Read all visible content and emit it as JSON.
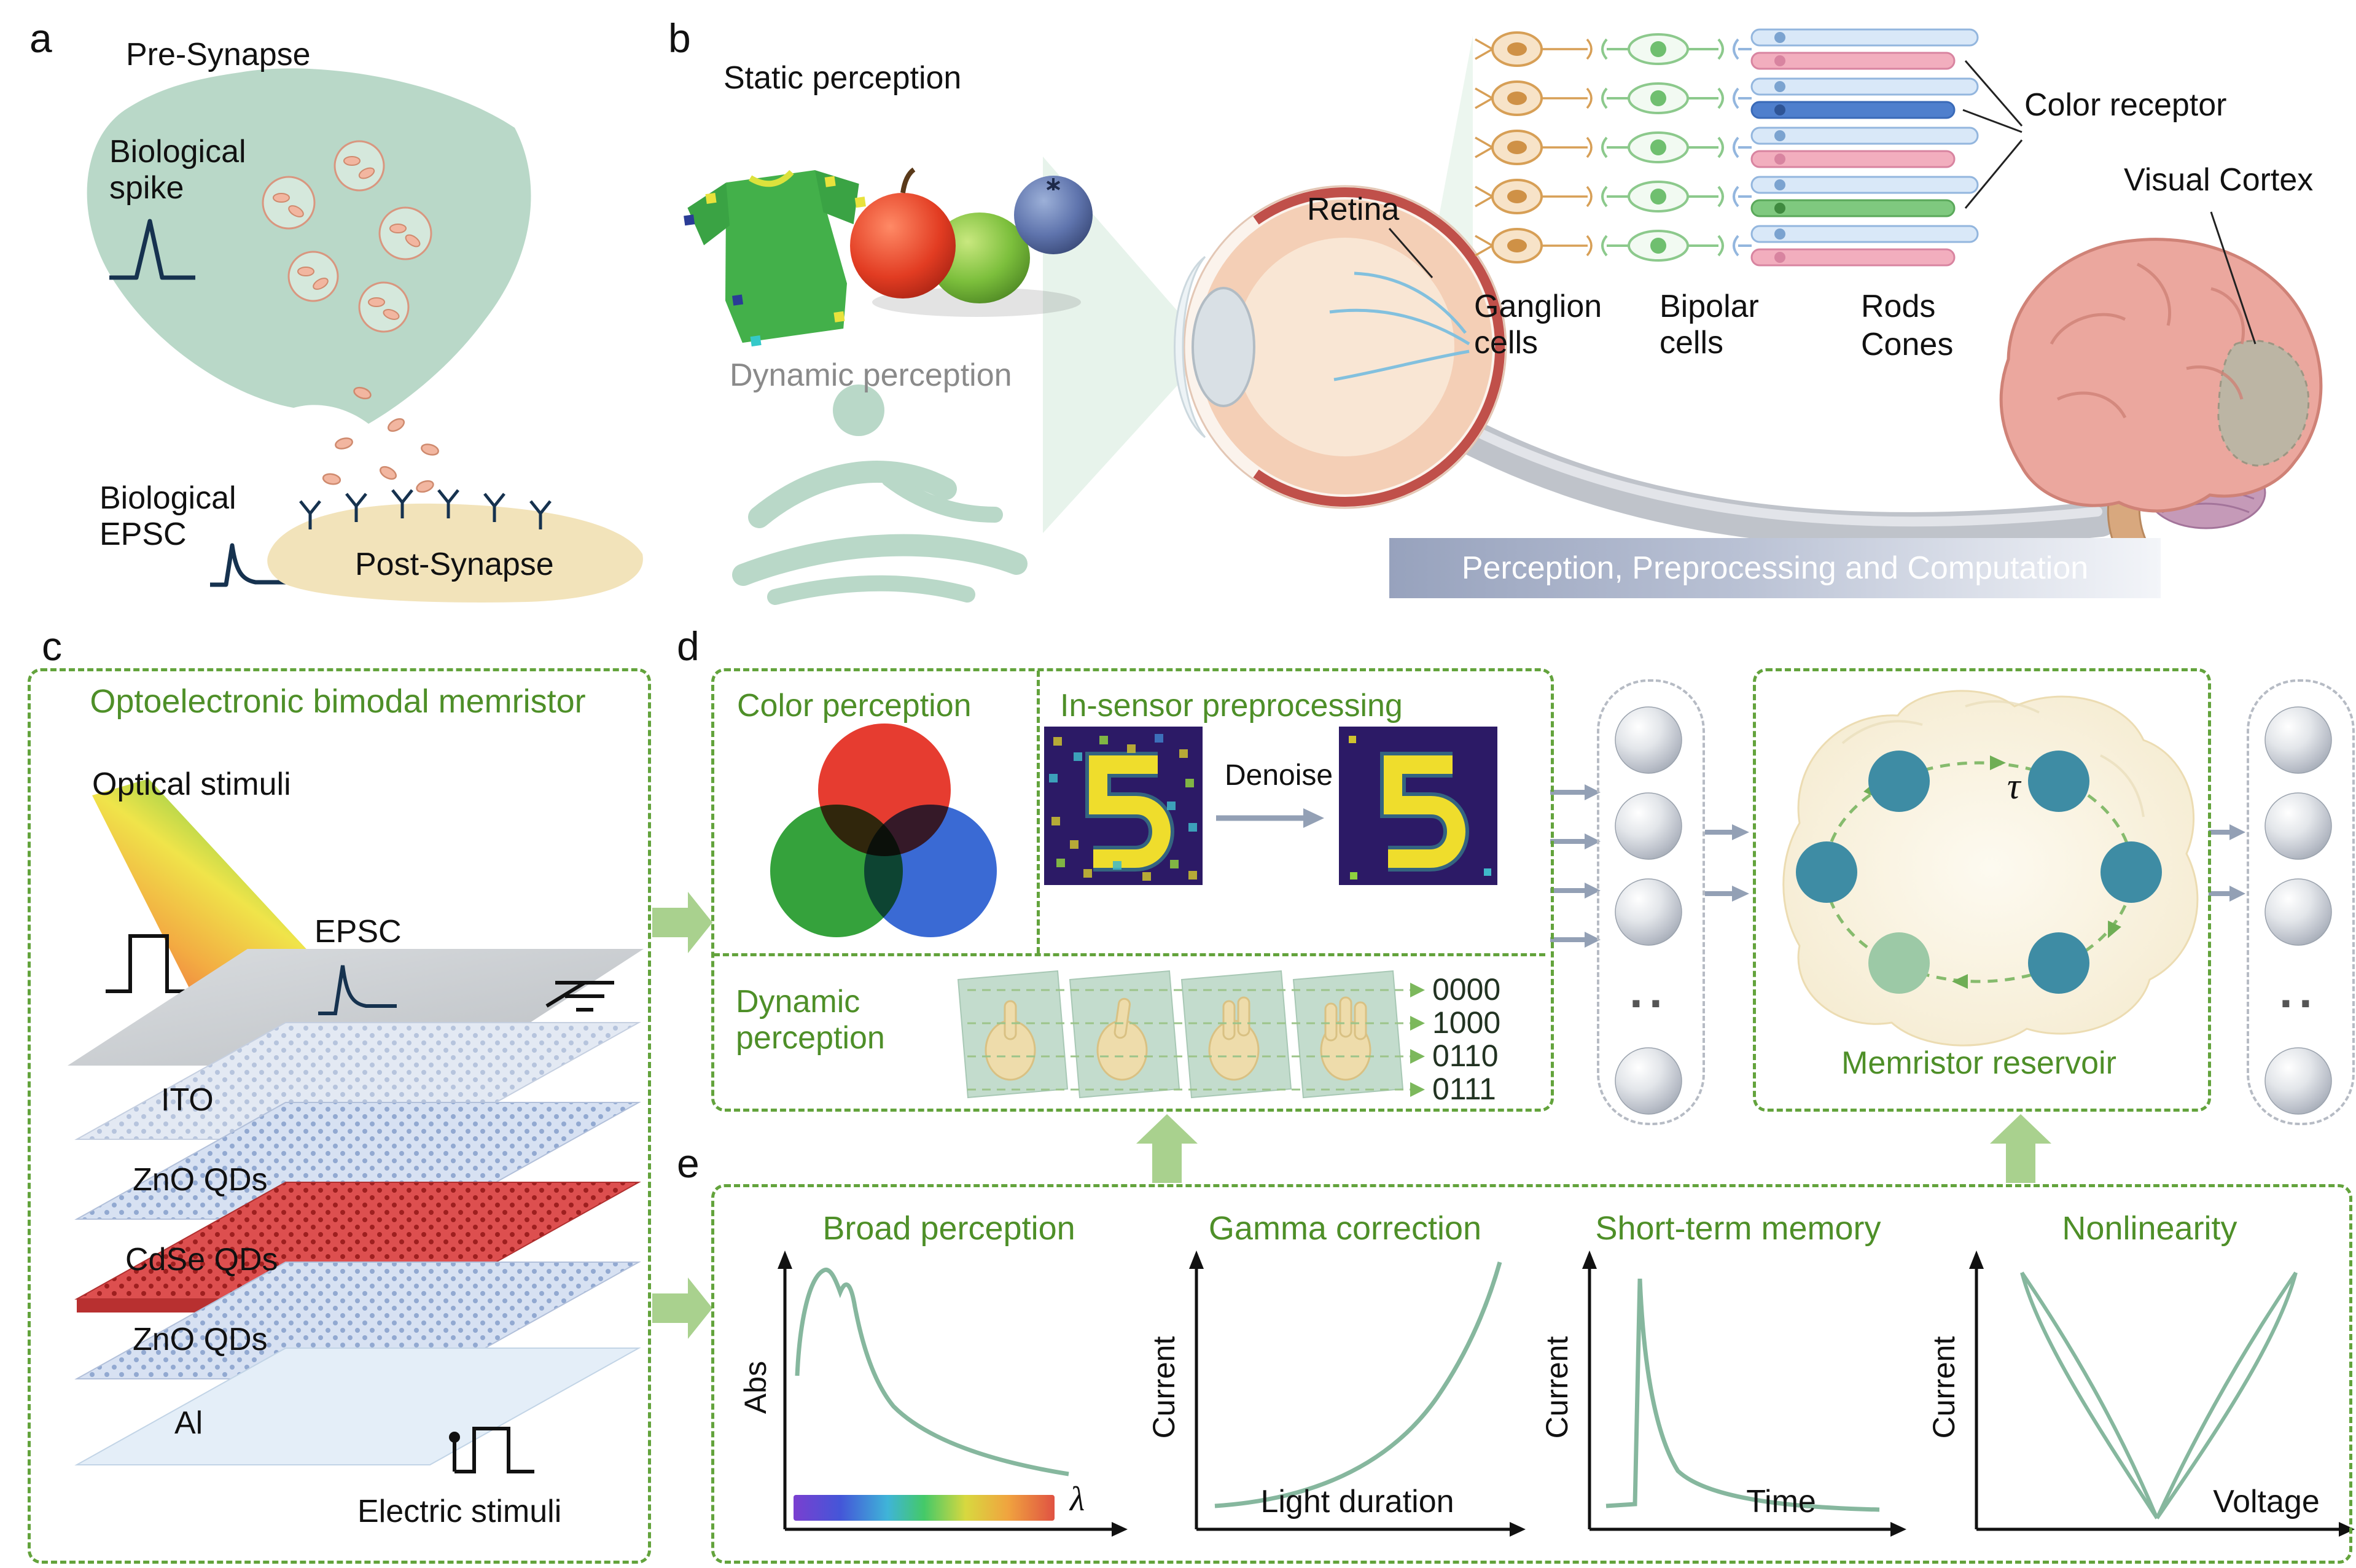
{
  "a": {
    "label": "a",
    "pre_synapse": "Pre-Synapse",
    "biological_spike": "Biological spike",
    "biological_epsc": "Biological EPSC",
    "post_synapse": "Post-Synapse"
  },
  "b": {
    "label": "b",
    "static": "Static perception",
    "dynamic": "Dynamic perception",
    "retina": "Retina",
    "ganglion": "Ganglion cells",
    "bipolar": "Bipolar cells",
    "rods": "Rods",
    "cones": "Cones",
    "color_receptor": "Color receptor",
    "visual_cortex": "Visual Cortex",
    "banner": "Perception, Preprocessing and Computation"
  },
  "c": {
    "label": "c",
    "title": "Optoelectronic bimodal memristor",
    "optical": "Optical stimuli",
    "epsc": "EPSC",
    "layer_ito": "ITO",
    "layer_zno1": "ZnO QDs",
    "layer_cdse": "CdSe QDs",
    "layer_zno2": "ZnO QDs",
    "layer_al": "Al",
    "electric": "Electric stimuli"
  },
  "d": {
    "label": "d",
    "color_perception": "Color perception",
    "in_sensor": "In-sensor preprocessing",
    "denoise": "Denoise",
    "dynamic": "Dynamic perception",
    "codes": [
      "0000",
      "1000",
      "0110",
      "0111"
    ],
    "tau": "τ",
    "reservoir": "Memristor reservoir",
    "dots": "··"
  },
  "e": {
    "label": "e",
    "plot1": {
      "title": "Broad perception",
      "ylabel": "Abs",
      "xlabel": "λ"
    },
    "plot2": {
      "title": "Gamma correction",
      "ylabel": "Current",
      "xlabel": "Light duration"
    },
    "plot3": {
      "title": "Short-term memory",
      "ylabel": "Current",
      "xlabel": "Time"
    },
    "plot4": {
      "title": "Nonlinearity",
      "ylabel": "Current",
      "xlabel": "Voltage"
    }
  },
  "colors": {
    "figure_green": "#4e8f28",
    "dashed_green": "#63a33c",
    "spike_navy": "#16324f",
    "sage": "#b9d8c8",
    "curve_green": "#86b79e"
  }
}
